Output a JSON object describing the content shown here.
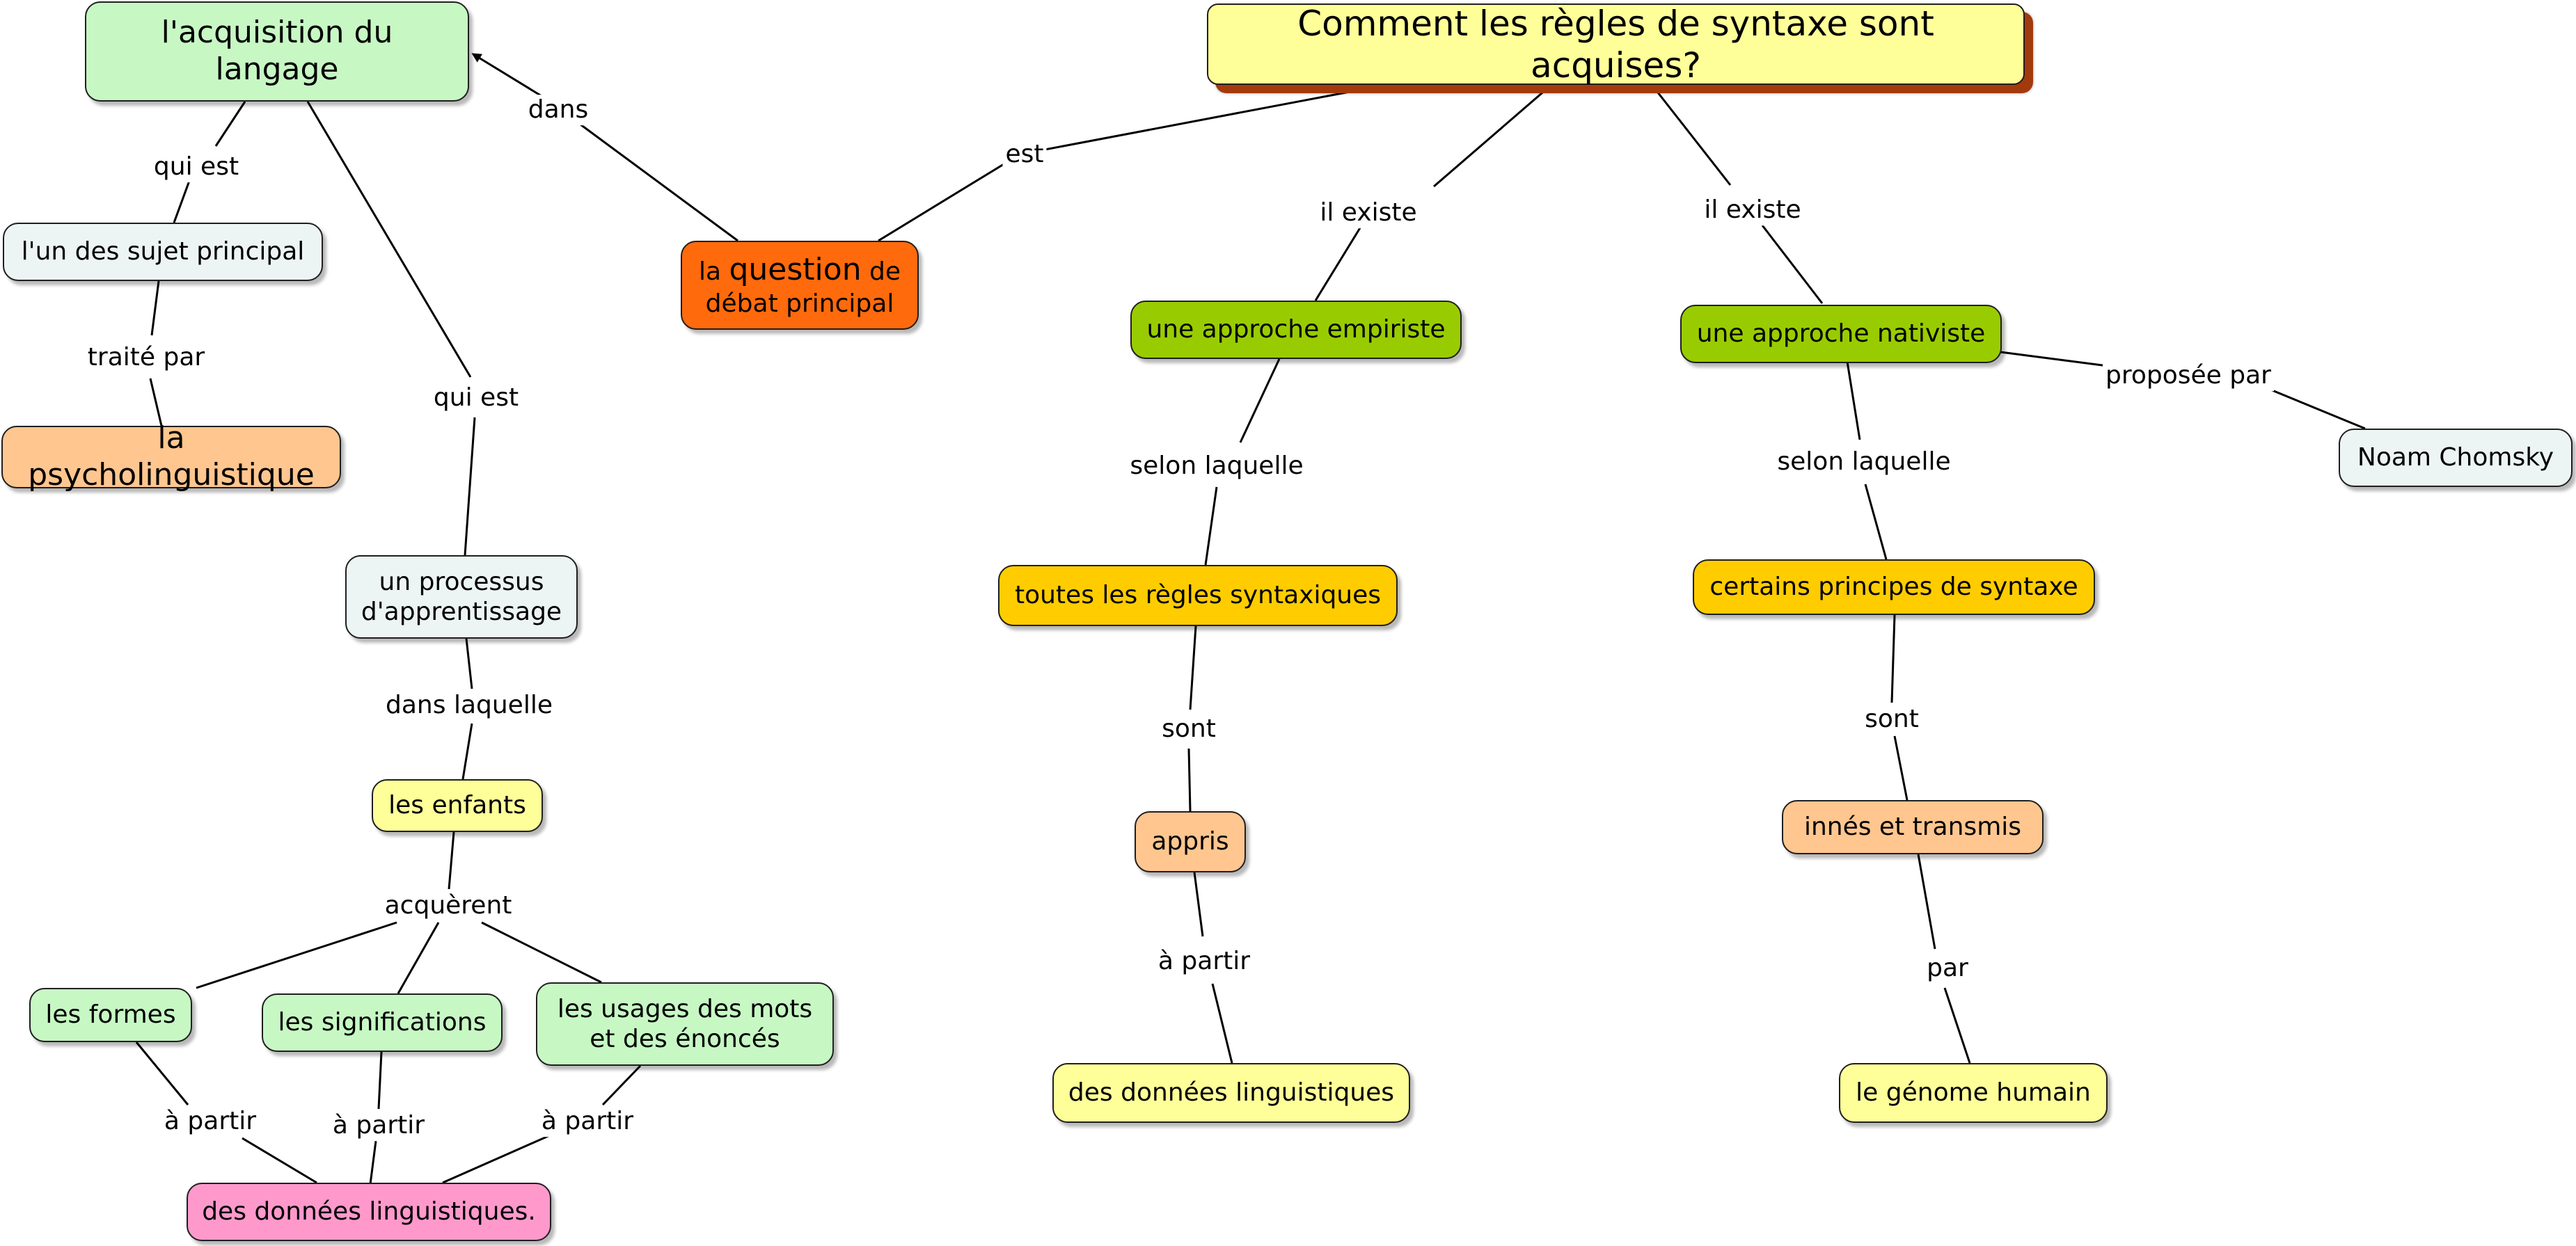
{
  "colors": {
    "root": "#ffff99",
    "question": "#ff6a0c",
    "light_green": "#c7f8c4",
    "light_gray": "#edf4f4",
    "peach": "#ffc68f",
    "yellow": "#ffff99",
    "olive": "#99cc00",
    "gold": "#ffcc00",
    "pink": "#ff99cc"
  },
  "nodes": {
    "root": "Comment les règles de syntaxe sont acquises?",
    "acquisition": "l'acquisition du langage",
    "question_small_1": "la",
    "question_big": "question",
    "question_small_2": "de",
    "question_line2": "débat principal",
    "un_des_sujets": "l'un des sujet principal",
    "psycholinguistique": "la psycholinguistique",
    "processus": "un processus d'apprentissage",
    "enfants": "les enfants",
    "formes": "les formes",
    "significations": "les significations",
    "usages": "les usages des mots et des énoncés",
    "donnees_left": "des données linguistiques.",
    "empiriste": "une approche empiriste",
    "toutes_regles": "toutes les règles syntaxiques",
    "appris": "appris",
    "donnees_mid": "des données linguistiques",
    "nativiste": "une approche nativiste",
    "chomsky": "Noam Chomsky",
    "certains_principes": "certains principes de syntaxe",
    "innes": "innés et transmis",
    "genome": "le génome humain"
  },
  "links": {
    "est": "est",
    "dans": "dans",
    "qui_est_1": "qui est",
    "traite_par": "traité par",
    "qui_est_2": "qui est",
    "dans_laquelle": "dans laquelle",
    "acquerent": "acquèrent",
    "a_partir_1": "à partir",
    "a_partir_2": "à partir",
    "a_partir_3": "à partir",
    "il_existe_1": "il existe",
    "il_existe_2": "il existe",
    "selon_laquelle_1": "selon laquelle",
    "sont_1": "sont",
    "a_partir_4": "à partir",
    "proposee_par": "proposée par",
    "selon_laquelle_2": "selon laquelle",
    "sont_2": "sont",
    "par": "par"
  }
}
